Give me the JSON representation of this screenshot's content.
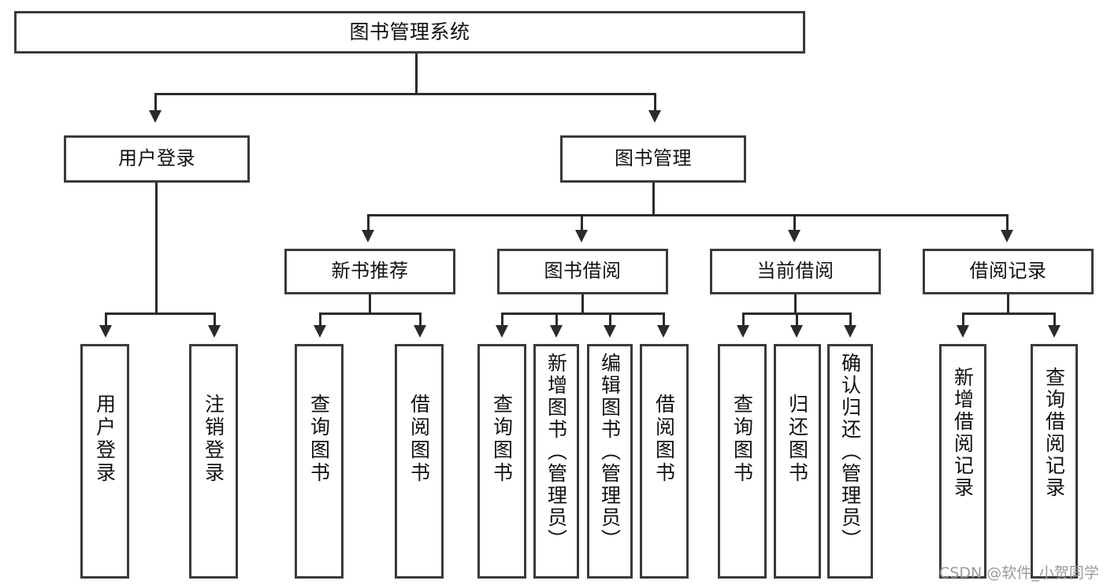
{
  "diagram": {
    "title": "图书管理系统",
    "type": "tree-hierarchy",
    "root": {
      "label": "图书管理系统"
    },
    "level2": [
      {
        "label": "用户登录"
      },
      {
        "label": "图书管理"
      }
    ],
    "level3": [
      {
        "label": "新书推荐"
      },
      {
        "label": "图书借阅"
      },
      {
        "label": "当前借阅"
      },
      {
        "label": "借阅记录"
      }
    ],
    "leaves": {
      "user_login": [
        {
          "label": "用户登录"
        },
        {
          "label": "注销登录"
        }
      ],
      "new_book_recommend": [
        {
          "label": "查询图书"
        },
        {
          "label": "借阅图书"
        }
      ],
      "book_borrow": [
        {
          "label": "查询图书"
        },
        {
          "label": "新增图书（管理员）"
        },
        {
          "label": "编辑图书（管理员）"
        },
        {
          "label": "借阅图书"
        }
      ],
      "current_borrow": [
        {
          "label": "查询图书"
        },
        {
          "label": "归还图书"
        },
        {
          "label": "确认归还（管理员）"
        }
      ],
      "borrow_records": [
        {
          "label": "新增借阅记录"
        },
        {
          "label": "查询借阅记录"
        }
      ]
    }
  },
  "watermark": {
    "text": "CSDN @软件_小贺同学"
  },
  "colors": {
    "box_border": "#3a3a3a",
    "line": "#2b2b2b",
    "background": "#ffffff",
    "text": "#111111",
    "watermark": "#9a9a9a"
  }
}
